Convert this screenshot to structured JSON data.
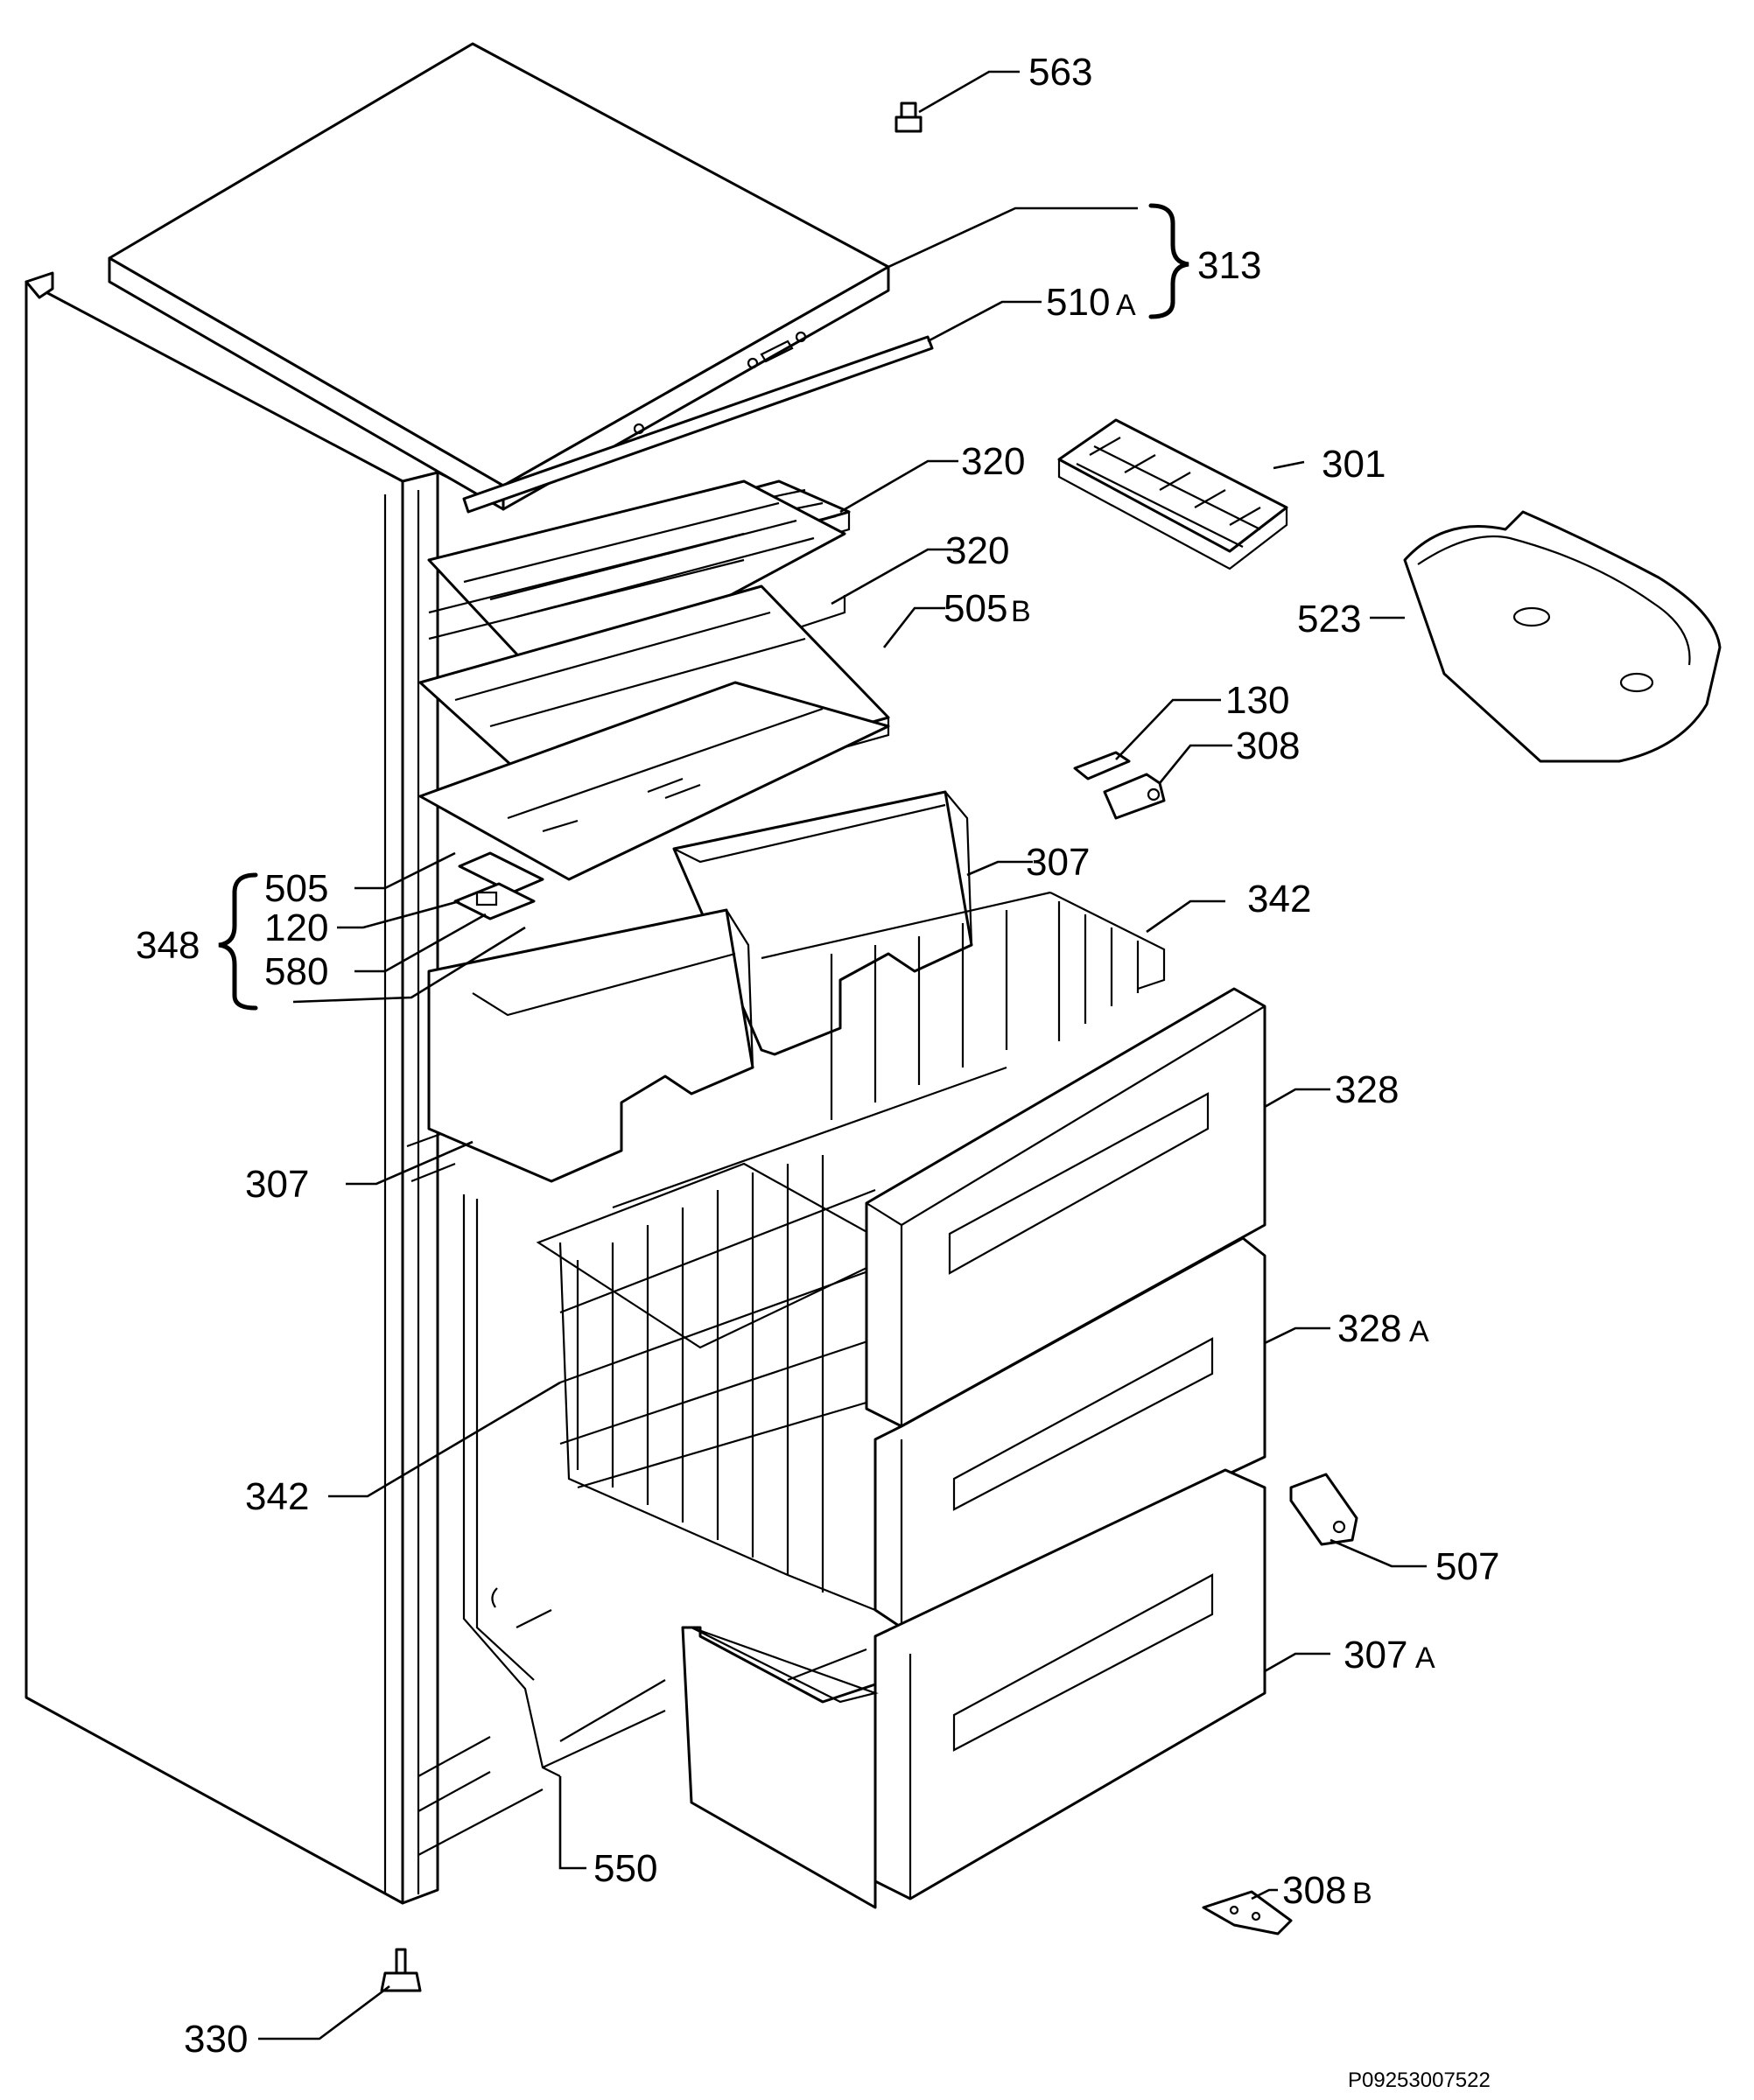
{
  "callouts": {
    "c563": "563",
    "c313": "313",
    "c510": "510",
    "c510_suffix": "A",
    "c320a": "320",
    "c301": "301",
    "c320b": "320",
    "c505b": "505",
    "c505b_suffix": "B",
    "c523": "523",
    "c130": "130",
    "c308": "308",
    "c505": "505",
    "c120": "120",
    "c348": "348",
    "c580": "580",
    "c307a": "307",
    "c342a": "342",
    "c328": "328",
    "c307b": "307",
    "c328a": "328",
    "c328a_suffix": "A",
    "c342b": "342",
    "c507": "507",
    "c307c": "307",
    "c307c_suffix": "A",
    "c550": "550",
    "c308b": "308",
    "c308b_suffix": "B",
    "c330": "330"
  },
  "reference_code": "P09253007522",
  "colors": {
    "line": "#000000",
    "background": "#ffffff"
  }
}
